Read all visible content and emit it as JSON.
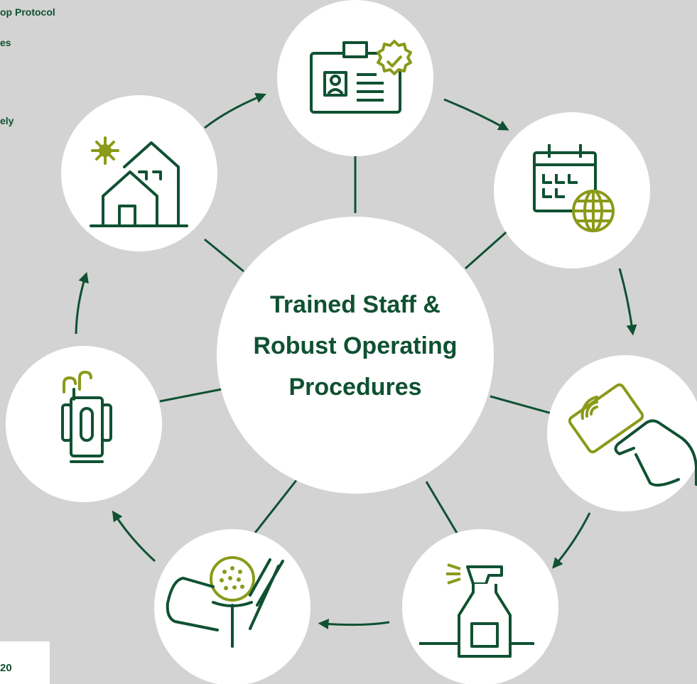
{
  "side_text": [
    "op Protocol",
    "es",
    "ely"
  ],
  "page_number": "20",
  "center": {
    "lines": [
      "Trained Staff &",
      "Robust Operating",
      "Procedures"
    ]
  },
  "colors": {
    "dark_green": "#0f5132",
    "light_green": "#8a9a19",
    "background": "#d3d3d3",
    "circle": "#ffffff"
  },
  "nodes": [
    {
      "name": "id-badge-check-icon"
    },
    {
      "name": "calendar-globe-icon"
    },
    {
      "name": "contactless-card-hand-icon"
    },
    {
      "name": "spray-bottle-icon"
    },
    {
      "name": "golf-ball-tee-glove-icon"
    },
    {
      "name": "golf-bag-icon"
    },
    {
      "name": "clubhouse-sun-icon"
    }
  ]
}
